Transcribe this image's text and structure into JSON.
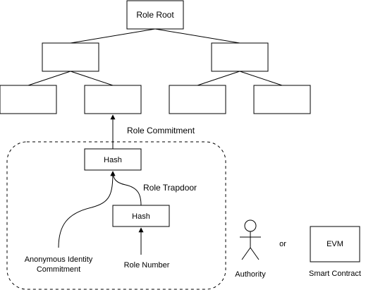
{
  "nodes": {
    "root": "Role Root",
    "inner_hash": "Hash",
    "role_hash": "Hash",
    "evm": "EVM"
  },
  "labels": {
    "role_commitment": "Role Commitment",
    "role_trapdoor": "Role Trapdoor",
    "anonymous_identity_line1": "Anonymous Identity",
    "anonymous_identity_line2": "Commitment",
    "role_number": "Role Number",
    "or": "or",
    "authority": "Authority",
    "smart_contract": "Smart Contract"
  },
  "icons": {
    "authority": "stick-figure-icon"
  }
}
